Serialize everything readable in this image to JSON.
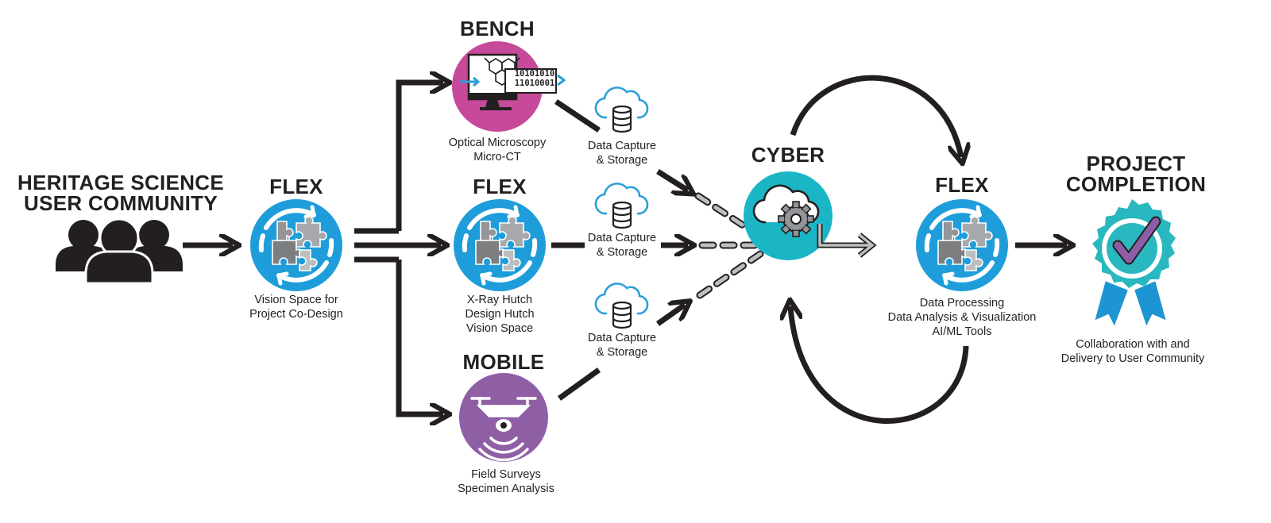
{
  "community": {
    "title_lines": [
      "HERITAGE SCIENCE",
      "USER COMMUNITY"
    ],
    "icon": "people-group-icon"
  },
  "flex_start": {
    "title": "FLEX",
    "caption_lines": [
      "Vision Space for",
      "Project Co-Design"
    ],
    "icon": "puzzle-cycle-icon"
  },
  "bench": {
    "title": "BENCH",
    "caption_lines": [
      "Optical Microscopy",
      "Micro-CT"
    ],
    "binary_lines": [
      "10101010",
      "11010001"
    ],
    "icon": "computer-molecule-icon"
  },
  "flex_mid": {
    "title": "FLEX",
    "caption_lines": [
      "X-Ray Hutch",
      "Design Hutch",
      "Vision Space"
    ],
    "icon": "puzzle-cycle-icon"
  },
  "mobile": {
    "title": "MOBILE",
    "caption_lines": [
      "Field Surveys",
      "Specimen Analysis"
    ],
    "icon": "drone-scan-icon"
  },
  "storage": [
    {
      "lines": [
        "Data Capture",
        "& Storage"
      ],
      "icon": "cloud-database-icon"
    },
    {
      "lines": [
        "Data Capture",
        "& Storage"
      ],
      "icon": "cloud-database-icon"
    },
    {
      "lines": [
        "Data Capture",
        "& Storage"
      ],
      "icon": "cloud-database-icon"
    }
  ],
  "cyber": {
    "title": "CYBER",
    "icon": "cloud-gear-icon"
  },
  "flex_end": {
    "title": "FLEX",
    "caption_lines": [
      "Data Processing",
      "Data Analysis & Visualization",
      "AI/ML Tools"
    ],
    "icon": "puzzle-cycle-icon"
  },
  "completion": {
    "title_lines": [
      "PROJECT",
      "COMPLETION"
    ],
    "caption_lines": [
      "Collaboration with and",
      "Delivery to User Community"
    ],
    "icon": "checkmark-award-icon"
  },
  "colors": {
    "ink": "#231f20",
    "flex_blue": "#1f9ddb",
    "bench_magenta": "#c6499a",
    "mobile_purple": "#8f5fa6",
    "cyber_teal": "#1bb6c6",
    "cloud_blue": "#2a9fd8",
    "badge_teal": "#29b8bf",
    "ribbon_blue": "#1e95d3",
    "check_purple": "#8d5ea6",
    "arrow_gray": "#8a8c8e"
  }
}
